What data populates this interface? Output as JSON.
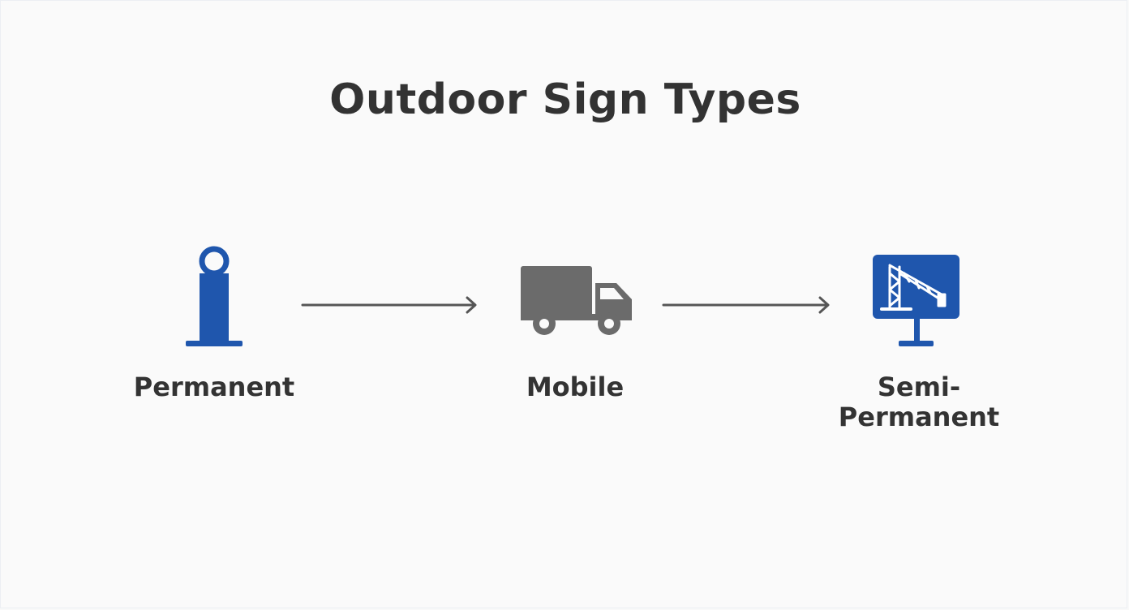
{
  "title": "Outdoor Sign Types",
  "colors": {
    "primary_blue": "#1f56ad",
    "truck_gray": "#6b6b6b",
    "arrow_gray": "#555555",
    "text": "#333333",
    "background": "#fafafa"
  },
  "nodes": [
    {
      "label": "Permanent",
      "icon": "pillar-sign-icon"
    },
    {
      "label": "Mobile",
      "icon": "truck-icon"
    },
    {
      "label_lines": [
        "Semi-",
        "Permanent"
      ],
      "icon": "crane-sign-icon"
    }
  ],
  "connectors": [
    {
      "from": "Permanent",
      "to": "Mobile"
    },
    {
      "from": "Mobile",
      "to": "Semi-Permanent"
    }
  ]
}
